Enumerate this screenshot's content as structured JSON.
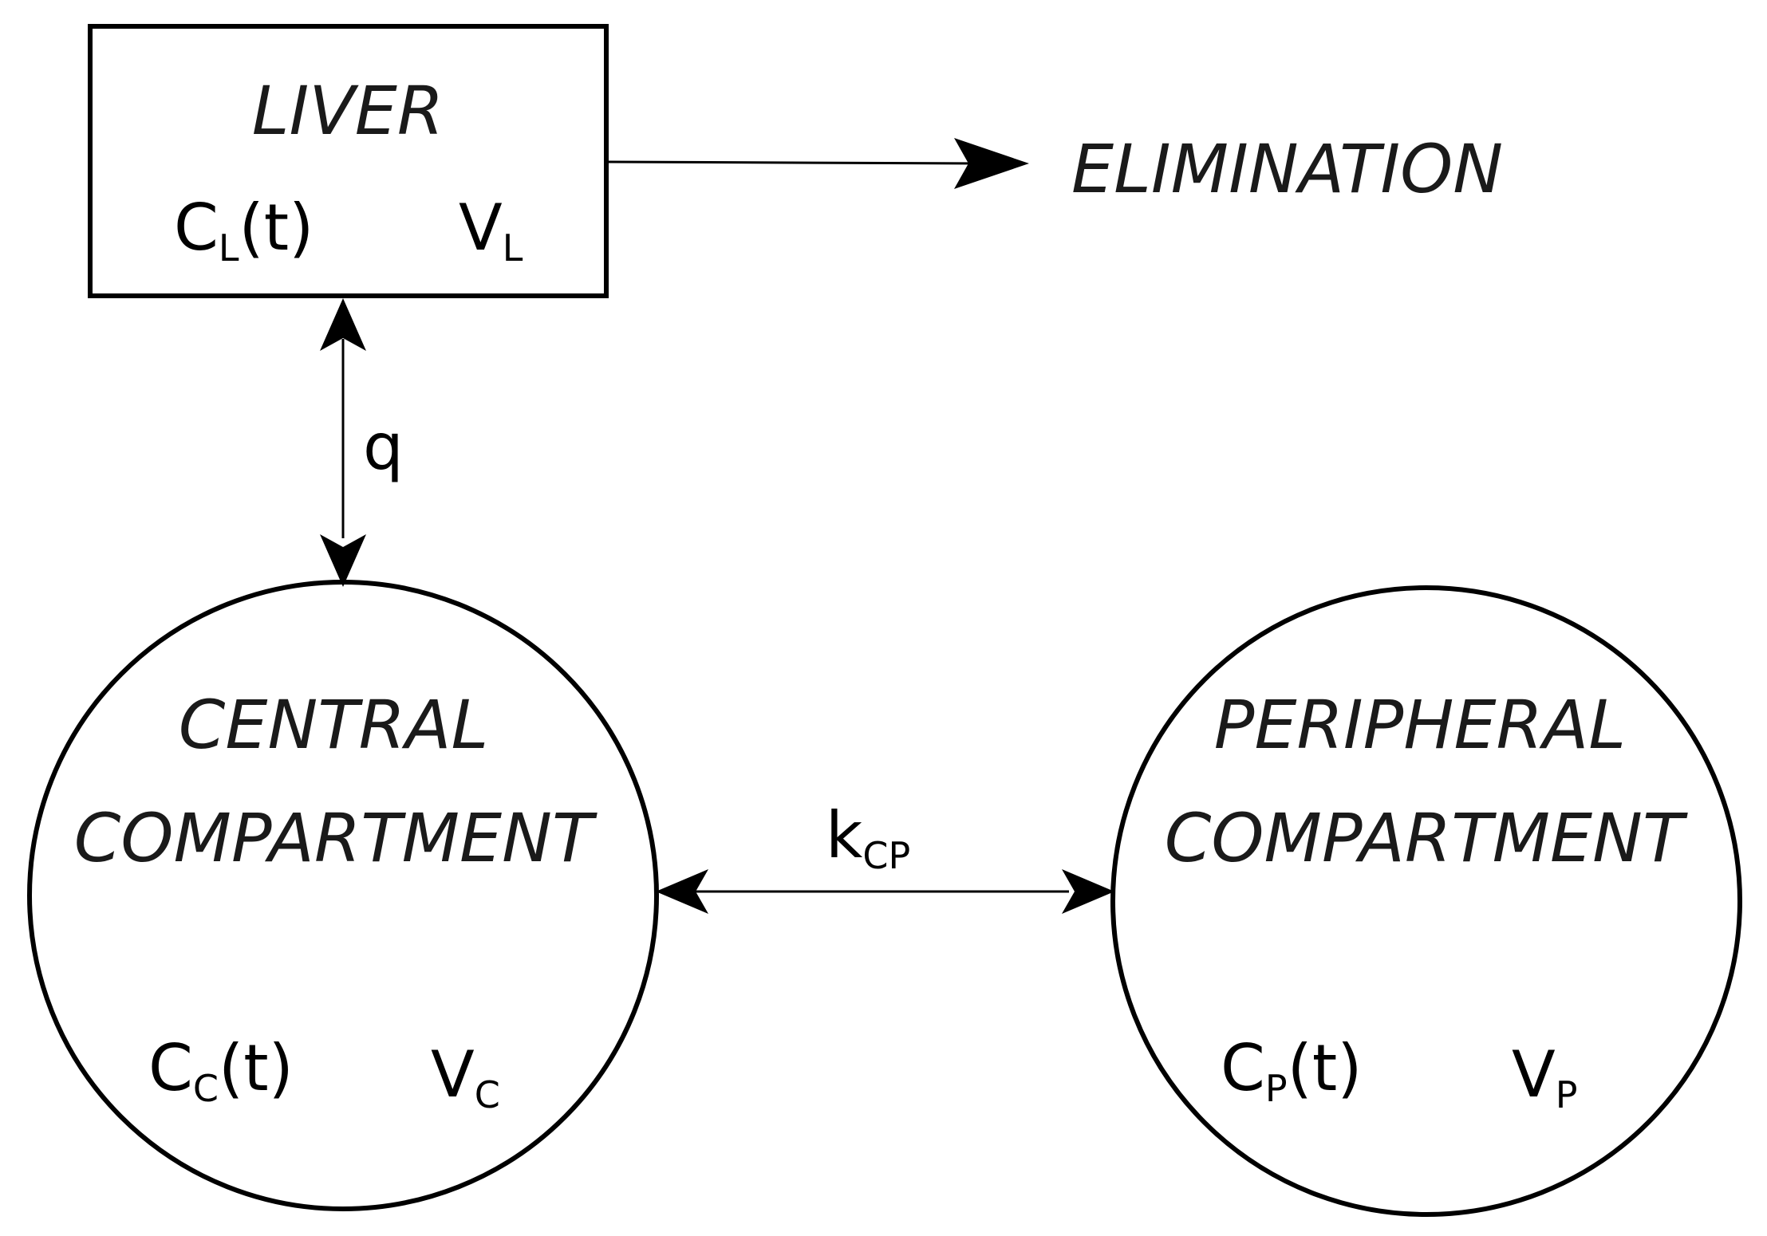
{
  "liver": {
    "title": "LIVER",
    "conc_main": "C",
    "conc_sub": "L",
    "conc_arg": "(t)",
    "vol_main": "V",
    "vol_sub": "L"
  },
  "elimination": {
    "label": "ELIMINATION"
  },
  "flow_liver_central": {
    "label": "q"
  },
  "central": {
    "title_line1": "CENTRAL",
    "title_line2": "COMPARTMENT",
    "conc_main": "C",
    "conc_sub": "C",
    "conc_arg": "(t)",
    "vol_main": "V",
    "vol_sub": "C"
  },
  "exchange": {
    "label_main": "k",
    "label_sub": "CP"
  },
  "peripheral": {
    "title_line1": "PERIPHERAL",
    "title_line2": "COMPARTMENT",
    "conc_main": "C",
    "conc_sub": "P",
    "conc_arg": "(t)",
    "vol_main": "V",
    "vol_sub": "P"
  }
}
